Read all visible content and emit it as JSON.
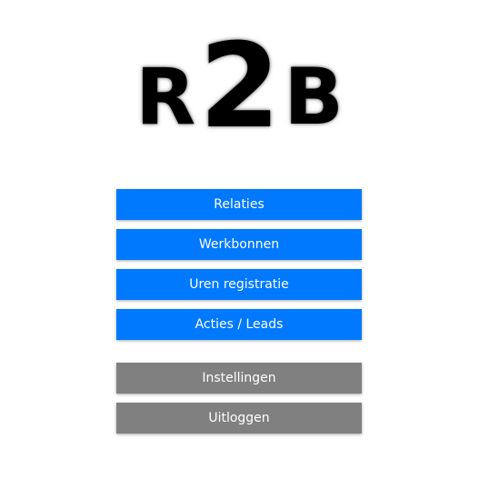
{
  "logo": {
    "left": "R",
    "middle": "2",
    "right": "B"
  },
  "menu": {
    "primary_items": [
      {
        "label": "Relaties"
      },
      {
        "label": "Werkbonnen"
      },
      {
        "label": "Uren registratie"
      },
      {
        "label": "Acties / Leads"
      }
    ],
    "secondary_items": [
      {
        "label": "Instellingen"
      },
      {
        "label": "Uitloggen"
      }
    ]
  },
  "colors": {
    "primary_button": "#0079ff",
    "secondary_button": "#808080",
    "button_text": "#ffffff",
    "logo": "#000000"
  }
}
